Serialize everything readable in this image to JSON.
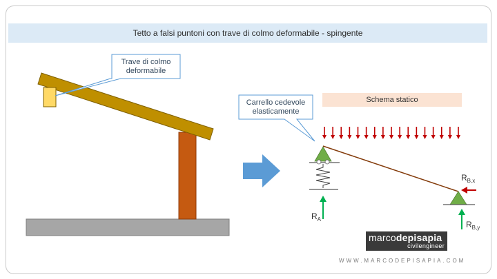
{
  "title": "Tetto a falsi puntoni con trave di colmo deformabile - spingente",
  "callout_ridge": {
    "line1": "Trave di colmo",
    "line2": "deformabile"
  },
  "callout_spring": {
    "line1": "Carrello cedevole",
    "line2": "elasticamente"
  },
  "schema_label": "Schema statico",
  "reactions": {
    "ra": {
      "main": "R",
      "sub": "A"
    },
    "rbx": {
      "main": "R",
      "sub": "B,x"
    },
    "rby": {
      "main": "R",
      "sub": "B,y"
    }
  },
  "load_arrow_count": 17,
  "logo": {
    "part1": "marco",
    "part2": "depisapia",
    "tagline": "civilengineer"
  },
  "website": "WWW.MARCODEPISAPIA.COM",
  "colors": {
    "rafter": "#bf8f00",
    "ridge_beam": "#ffd966",
    "column": "#c55a11",
    "ground": "#a6a6a6",
    "arrow_blue": "#5b9bd5",
    "support_green": "#70ad47",
    "load_red": "#c00000",
    "reaction_green": "#00b050",
    "beam_line": "#843c0c"
  }
}
